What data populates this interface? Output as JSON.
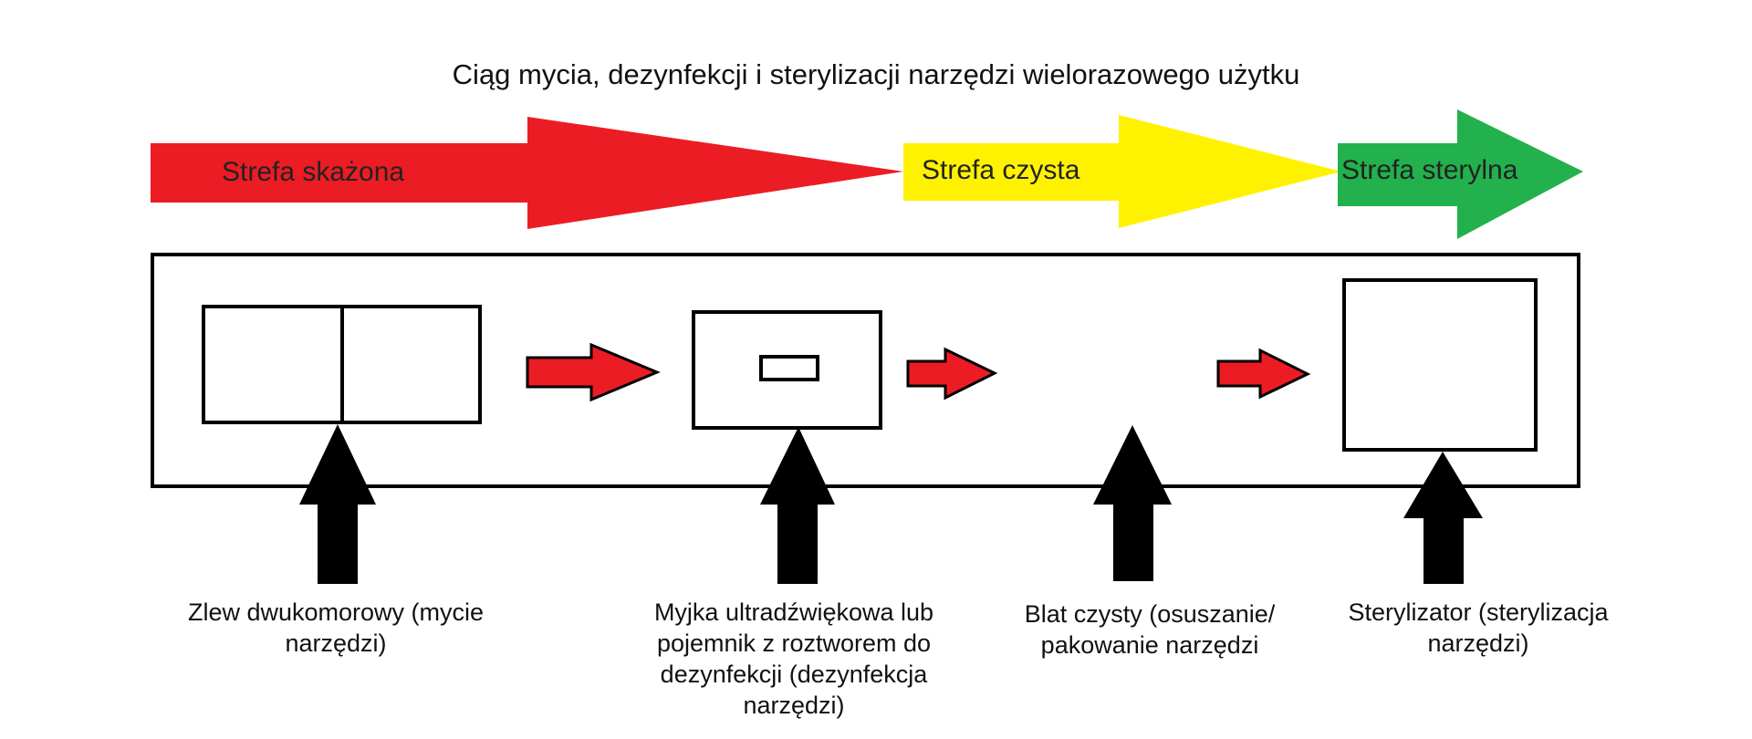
{
  "title": "Ciąg mycia, dezynfekcji i sterylizacji narzędzi wielorazowego użytku",
  "zones": [
    {
      "label": "Strefa skażona",
      "color": "#ec1c24"
    },
    {
      "label": "Strefa czysta",
      "color": "#fff200"
    },
    {
      "label": "Strefa sterylna",
      "color": "#22b14c"
    }
  ],
  "stations": [
    {
      "label": "Zlew dwukomorowy (mycie narzędzi)"
    },
    {
      "label": "Myjka ultradźwiękowa lub pojemnik z roztworem do dezynfekcji (dezynfekcja narzędzi)"
    },
    {
      "label": "Blat czysty (osuszanie/ pakowanie narzędzi"
    },
    {
      "label": "Sterylizator (sterylizacja narzędzi)"
    }
  ],
  "colors": {
    "flow_arrow": "#ec1c24",
    "pointer_arrow": "#000000",
    "outline": "#000000"
  }
}
